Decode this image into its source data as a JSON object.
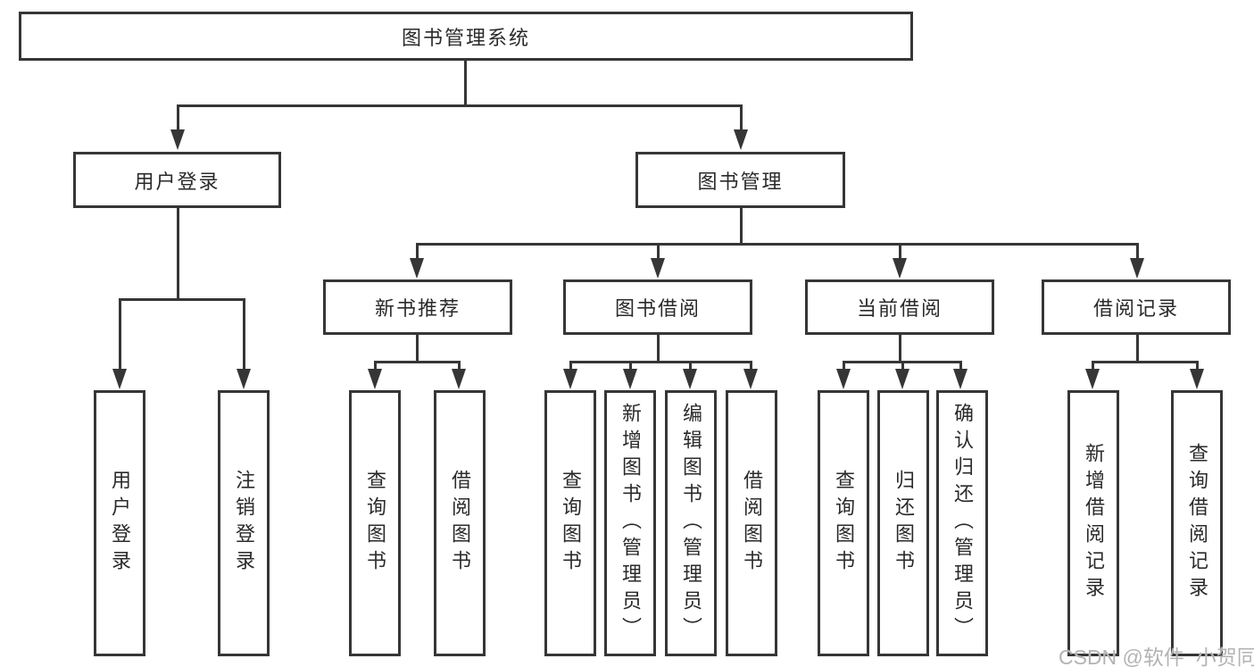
{
  "diagram": {
    "root": {
      "label": "图书管理系统"
    },
    "branches": [
      {
        "label": "用户登录",
        "children": [
          {
            "label": "用户登录"
          },
          {
            "label": "注销登录"
          }
        ]
      },
      {
        "label": "图书管理",
        "children": [
          {
            "label": "新书推荐",
            "children": [
              {
                "label": "查询图书"
              },
              {
                "label": "借阅图书"
              }
            ]
          },
          {
            "label": "图书借阅",
            "children": [
              {
                "label": "查询图书"
              },
              {
                "label": "新增图书（管理员）"
              },
              {
                "label": "编辑图书（管理员）"
              },
              {
                "label": "借阅图书"
              }
            ]
          },
          {
            "label": "当前借阅",
            "children": [
              {
                "label": "查询图书"
              },
              {
                "label": "归还图书"
              },
              {
                "label": "确认归还（管理员）"
              }
            ]
          },
          {
            "label": "借阅记录",
            "children": [
              {
                "label": "新增借阅记录"
              },
              {
                "label": "查询借阅记录"
              }
            ]
          }
        ]
      }
    ]
  },
  "watermark": {
    "text": "CSDN @软件_小贺同学"
  },
  "colors": {
    "line": "#363636",
    "text": "#2a2a2a",
    "background": "#ffffff",
    "watermark": "#b3b3b3"
  }
}
